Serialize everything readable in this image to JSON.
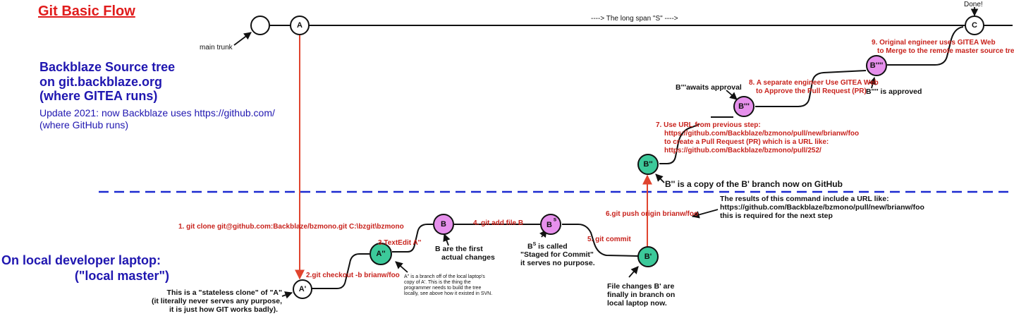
{
  "title": "Git Basic Flow",
  "server": {
    "heading_line1": "Backblaze Source tree",
    "heading_line2": "on git.backblaze.org",
    "heading_line3": "(where GITEA runs)",
    "update_line1": "Update 2021: now Backblaze uses https://github.com/",
    "update_line2": "(where GitHub runs)"
  },
  "local": {
    "heading_line1": "On local developer laptop:",
    "heading_line2": "(\"local master\")"
  },
  "trunk": {
    "label": "main trunk",
    "span_label": "----> The long span \"S\" ---->",
    "done_label": "Done!"
  },
  "nodes": {
    "A": "A",
    "A_prime": "A'",
    "A_dprime": "A''",
    "B": "B",
    "B_s": "B",
    "B_s_sup": "s",
    "B_prime": "B'",
    "B_dprime": "B''",
    "B_tprime": "B'''",
    "B_qprime": "B''''",
    "C": "C"
  },
  "notes": {
    "stateless_line1": "This is a \"stateless clone\" of \"A\"",
    "stateless_line2": "(it literally never serves any purpose,",
    "stateless_line3": "it is just how GIT works badly).",
    "a_dprime_line1": "A'' is a branch off of the local laptop's",
    "a_dprime_line2": "copy of A'.  This is the thing the",
    "a_dprime_line3": "programmer needs to build the tree",
    "a_dprime_line4": "locally, see above how it existed in SVN.",
    "b_line1": "B   are the first",
    "b_line2": "actual changes",
    "bs_name": "B",
    "bs_sup": "S",
    "bs_line1": " is called",
    "bs_line2": "\"Staged for Commit\"",
    "bs_line3": "it serves no purpose.",
    "bp_line1": "File changes   B' are",
    "bp_line2": "finally in branch on",
    "bp_line3": "local laptop now.",
    "bdp_copy": "B'' is a copy of the B' branch now on GitHub",
    "push_line1": "The results of this command include a URL like:",
    "push_line2": "https://github.com/Backblaze/bzmono/pull/new/brianw/foo",
    "push_line3": "this is required for the next step",
    "awaits": "B'''awaits approval",
    "approved": "B''''  is approved"
  },
  "steps": {
    "s1": "1. git clone git@github.com:Backblaze/bzmono.git C:\\bzgit\\bzmono",
    "s2": "2.git checkout -b brianw/foo",
    "s3": "3.TextEdit A''",
    "s4": "4. git add file B",
    "s5": "5. git commit",
    "s6": "6.git push origin brianw/foo",
    "s7_line1": "7. Use URL from previous step:",
    "s7_line2": "https://github.com/Backblaze/bzmono/pull/new/brianw/foo",
    "s7_line3": "to create a Pull Request (PR) which is a URL like:",
    "s7_line4": "https://github.com/Backblaze/bzmono/pull/252/",
    "s8_line1": "8. A separate engineer Use GITEA Web",
    "s8_line2": "to Approve the Pull Request (PR)",
    "s9_line1": "9. Original engineer uses GITEA Web",
    "s9_line2": "to Merge to the remote master source tree."
  },
  "colors": {
    "title": "#e01b1b",
    "heading": "#1f16b0",
    "step_text": "#c8231d",
    "arrow": "#e0442e",
    "divider": "#1c2ad0",
    "node_green": "#3cc99a",
    "node_pink": "#e690ec",
    "node_white": "#ffffff"
  }
}
